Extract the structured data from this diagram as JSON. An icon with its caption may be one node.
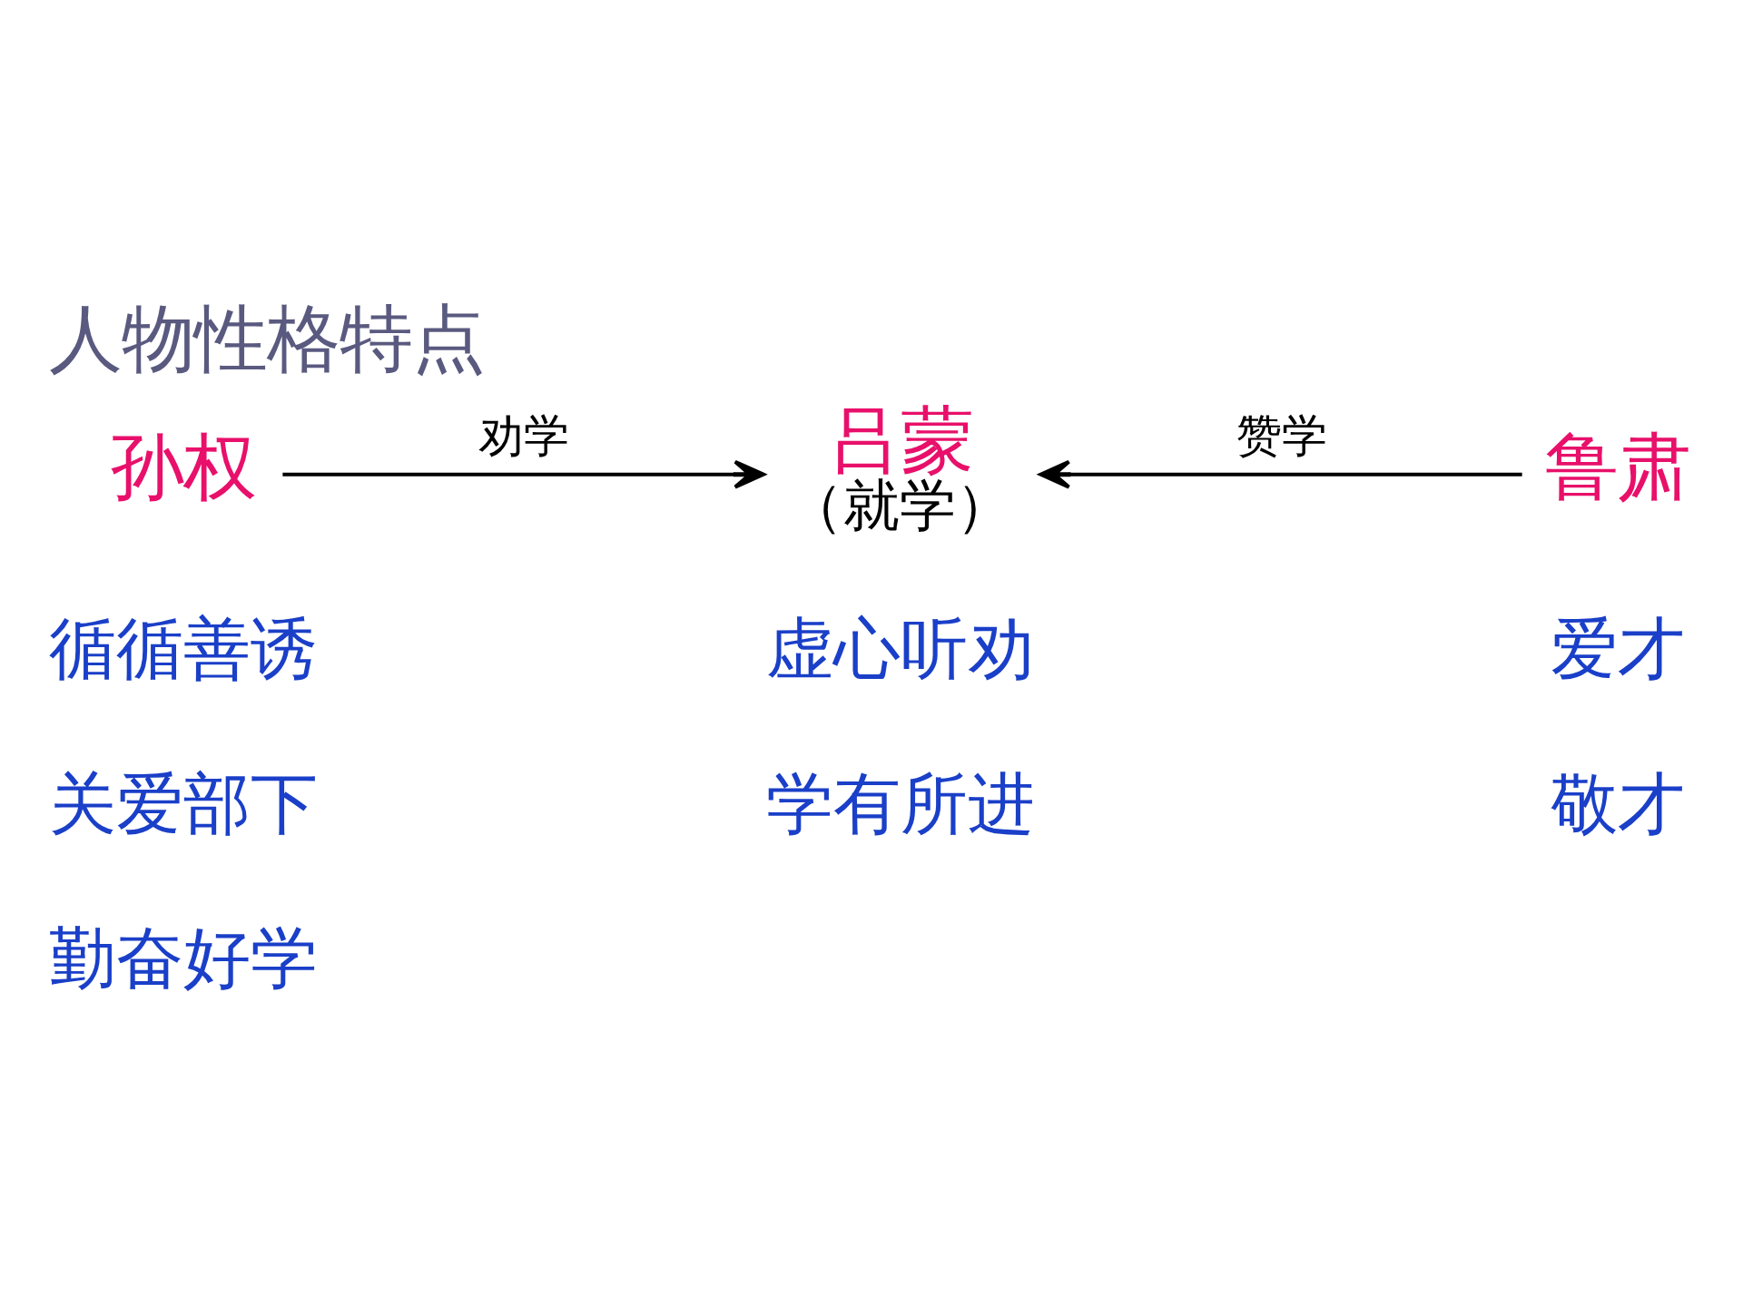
{
  "diagram": {
    "title": "人物性格特点",
    "nodes": [
      {
        "text": [
          "孙权"
        ]
      },
      {
        "text": [
          "吕蒙"
        ],
        "beside": [
          "（就学）"
        ]
      },
      {
        "text": [
          "鲁肃"
        ]
      }
    ],
    "edges": [
      {
        "from": 0,
        "to": 1,
        "arrow": "to",
        "label": "劝学"
      },
      {
        "from": 2,
        "to": 1,
        "arrow": "to",
        "label": "赞学"
      }
    ],
    "labels": [
      "循循善诱",
      "关爱部下",
      "勤奋好学",
      "虚心听劝",
      "学有所进",
      "爱才",
      "敬才"
    ]
  }
}
